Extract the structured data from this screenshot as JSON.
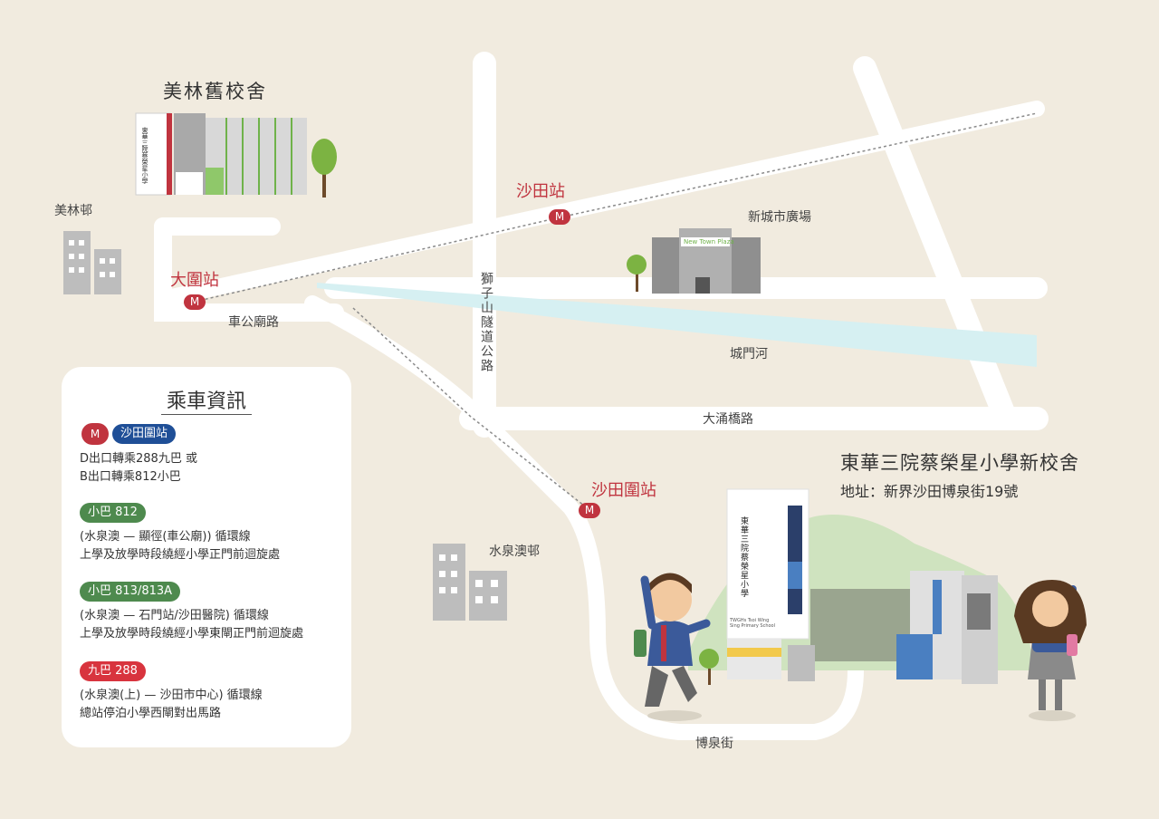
{
  "labels": {
    "old_campus": "美林舊校舍",
    "mei_lam_estate": "美林邨",
    "tai_wai_station": "大圍站",
    "sha_tin_station": "沙田站",
    "new_town_plaza": "新城市廣場",
    "new_town_plaza_sign": "New Town Plaza",
    "che_kung_miu_road": "車公廟路",
    "lion_rock_tunnel_road": "獅子山隧道公路",
    "shing_mun_river": "城門河",
    "tai_chung_kiu_road": "大涌橋路",
    "sha_tin_wai_station": "沙田圍站",
    "shui_chuen_o_estate": "水泉澳邨",
    "pok_chuen_street": "博泉街"
  },
  "school": {
    "title": "東華三院蔡榮星小學新校舍",
    "address": "地址：新界沙田博泉街19號",
    "building_vertical_text": "東華三院蔡榮星小學",
    "building_english": "TWGHs Tsoi Wing Sing Primary School"
  },
  "old_building": {
    "vertical_text": "東華三院蔡榮星小學"
  },
  "transport": {
    "title": "乘車資訊",
    "mtr_symbol": "M",
    "station_badge": "沙田圍站",
    "station_lines": [
      "D出口轉乘288九巴 或",
      "B出口轉乘812小巴"
    ],
    "route1_badge": "小巴 812",
    "route1_lines": [
      "(水泉澳 — 顯徑(車公廟)) 循環線",
      "上學及放學時段繞經小學正門前迴旋處"
    ],
    "route2_badge": "小巴 813/813A",
    "route2_lines": [
      "(水泉澳 — 石門站/沙田醫院) 循環線",
      "上學及放學時段繞經小學東閘正門前迴旋處"
    ],
    "route3_badge": "九巴 288",
    "route3_lines": [
      "(水泉澳(上) — 沙田市中心) 循環線",
      "總站停泊小學西閘對出馬路"
    ]
  },
  "colors": {
    "background": "#f1ebdf",
    "road": "#ffffff",
    "river": "#d6f0f2",
    "mtr_red": "#c0343f",
    "minibus_green": "#4e8a4e",
    "bus_red": "#d8343e",
    "station_badge_blue": "#1f4f97",
    "hill_green": "#cfe3bf",
    "building_gray": "#b9b9b9",
    "tree_green": "#7cb342"
  }
}
